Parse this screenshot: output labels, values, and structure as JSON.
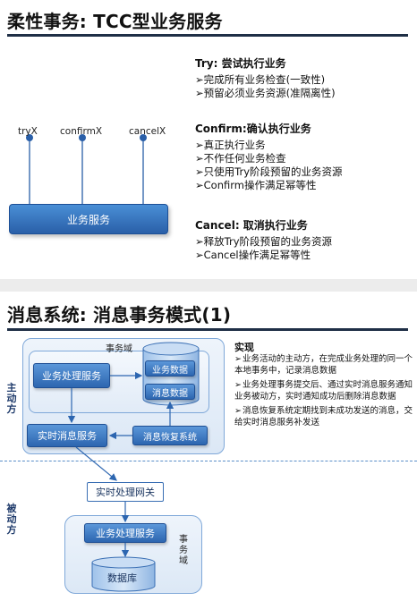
{
  "tcc": {
    "title": "柔性事务: TCC型业务服务",
    "nodes": [
      "tryX",
      "confirmX",
      "cancelX"
    ],
    "service_label": "业务服务",
    "sections": [
      {
        "heading": "Try: 尝试执行业务",
        "items": [
          "➢完成所有业务检查(一致性)",
          "➢预留必须业务资源(准隔离性)"
        ]
      },
      {
        "heading": "Confirm:确认执行业务",
        "items": [
          "➢真正执行业务",
          "➢不作任何业务检查",
          "➢只使用Try阶段预留的业务资源",
          "➢Confirm操作满足幂等性"
        ]
      },
      {
        "heading": "Cancel:  取消执行业务",
        "items": [
          "➢释放Try阶段预留的业务资源",
          "➢Cancel操作满足幂等性"
        ]
      }
    ]
  },
  "msg": {
    "title": "消息系统: 消息事务模式(1)",
    "active_label": "主动方",
    "passive_label": "被动方",
    "domain_label_top": "事务域",
    "domain_label_bottom": "事务域",
    "biz_service": "业务处理服务",
    "biz_data": "业务数据",
    "msg_data": "消息数据",
    "realtime_msg": "实时消息服务",
    "msg_recovery": "消息恢复系统",
    "gateway": "实时处理网关",
    "biz_service_passive": "业务处理服务",
    "database": "数据库",
    "impl_title": "实现",
    "impl_items": [
      "业务活动的主动方，在完成业务处理的同一个本地事务中，记录消息数据",
      "业务处理事务提交后、通过实时消息服务通知业务被动方，实时通知成功后删除消息数据",
      "消息恢复系统定期找到未成功发送的消息，交给实时消息服务补发送"
    ]
  },
  "colors": {
    "accent": "#2a5fa8",
    "rule": "#1f2f46"
  }
}
